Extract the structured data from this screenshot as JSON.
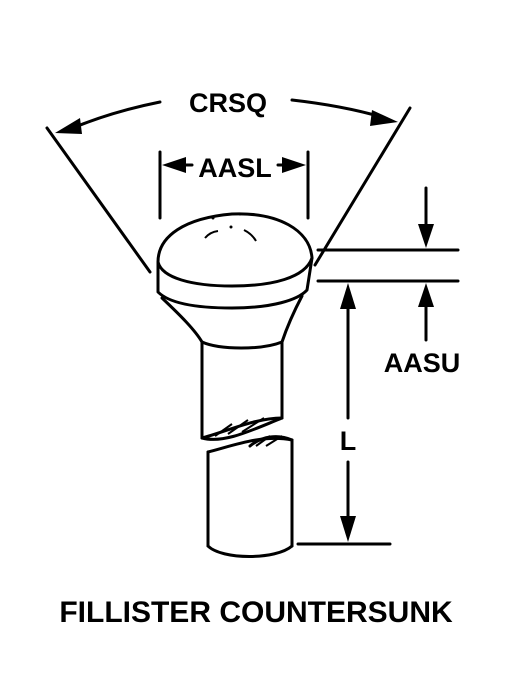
{
  "diagram": {
    "caption": "FILLISTER COUNTERSUNK",
    "labels": {
      "crsq": "CRSQ",
      "aasl": "AASL",
      "aasu": "AASU",
      "length": "L"
    }
  }
}
